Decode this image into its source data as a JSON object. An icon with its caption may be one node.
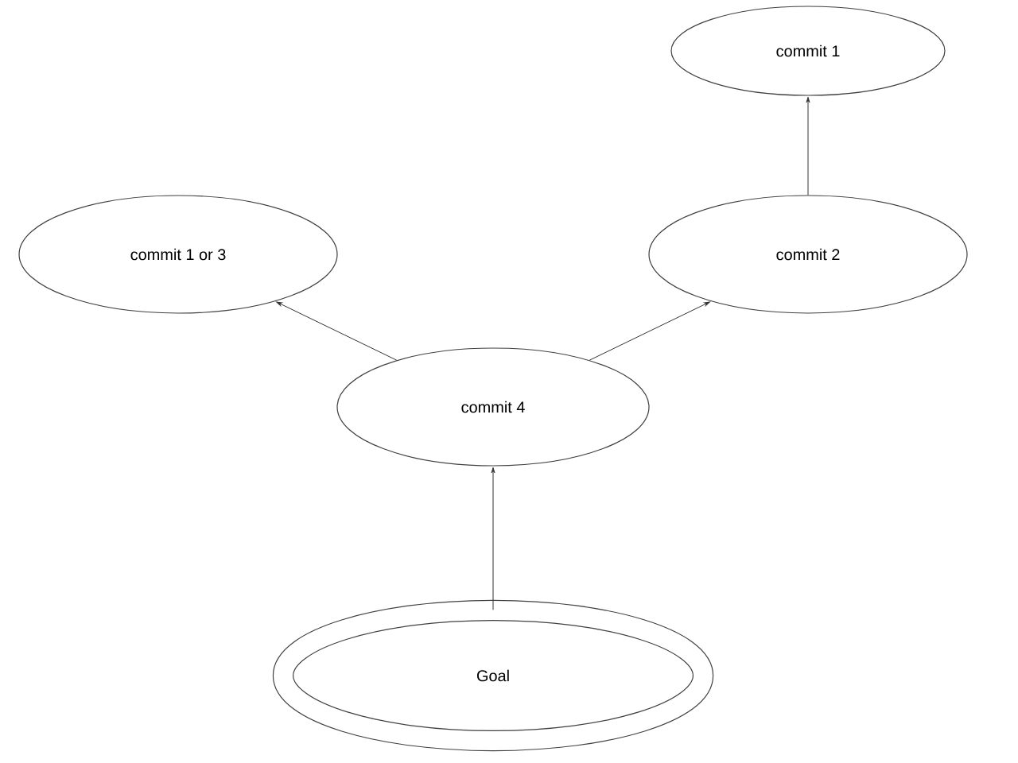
{
  "diagram": {
    "nodes": [
      {
        "text": [
          "commit 1"
        ]
      },
      {
        "text": [
          "commit 1 or 3"
        ]
      },
      {
        "text": [
          "commit 2"
        ]
      },
      {
        "text": [
          "commit 4"
        ]
      },
      {
        "text": [
          "Goal"
        ]
      }
    ],
    "edges": [
      {
        "from": 2,
        "to": 0,
        "arrow": "to"
      },
      {
        "from": 3,
        "to": 1,
        "arrow": "to"
      },
      {
        "from": 3,
        "to": 2,
        "arrow": "to"
      },
      {
        "from": 4,
        "to": 3,
        "arrow": "to"
      }
    ]
  }
}
